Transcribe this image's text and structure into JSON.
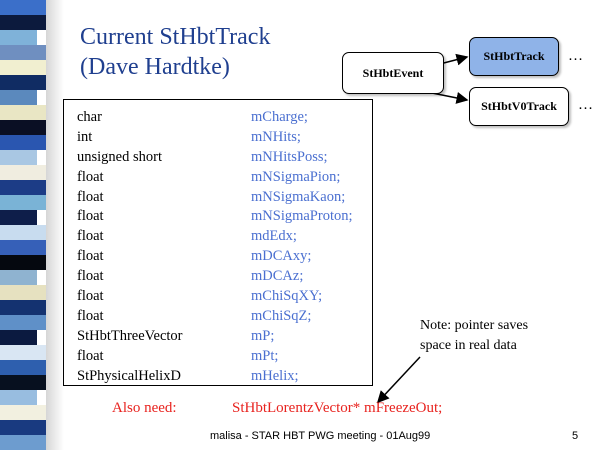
{
  "slide": {
    "title_line1": "Current StHbtTrack",
    "title_line2": "(Dave Hardtke)"
  },
  "diagram": {
    "event_label": "StHbtEvent",
    "track_label": "StHbtTrack",
    "v0_label": "StHbtV0Track",
    "ellipsis": "…"
  },
  "members": [
    {
      "type": "char",
      "name": "mCharge;"
    },
    {
      "type": "int",
      "name": "mNHits;"
    },
    {
      "type": "unsigned short",
      "name": "mNHitsPoss;"
    },
    {
      "type": "float",
      "name": "mNSigmaPion;"
    },
    {
      "type": "float",
      "name": "mNSigmaKaon;"
    },
    {
      "type": "float",
      "name": "mNSigmaProton;"
    },
    {
      "type": "float",
      "name": "mdEdx;"
    },
    {
      "type": "float",
      "name": "mDCAxy;"
    },
    {
      "type": "float",
      "name": "mDCAz;"
    },
    {
      "type": "float",
      "name": "mChiSqXY;"
    },
    {
      "type": "float",
      "name": "mChiSqZ;"
    },
    {
      "type": "StHbtThreeVector",
      "name": "mP;"
    },
    {
      "type": "float",
      "name": "mPt;"
    },
    {
      "type": "StPhysicalHelixD",
      "name": "mHelix;"
    }
  ],
  "note": {
    "line1": "Note: pointer saves",
    "line2": "space in real data"
  },
  "also_need": {
    "label": "Also need:",
    "value": "StHbtLorentzVector* mFreezeOut;"
  },
  "footer": {
    "text": "malisa - STAR HBT PWG meeting - 01Aug99",
    "page": "5"
  },
  "colors": {
    "title": "#1f3f8f",
    "variable": "#4a6fd0",
    "highlight_box": "#8fb3e8",
    "red_text": "#e8231f"
  },
  "stripe_colors": [
    "#3b6fc9",
    "#0c1a3d",
    "#7fb2d9",
    "#6f8fc0",
    "#f1efd0",
    "#102c63",
    "#5b89bd",
    "#e9e6c4",
    "#0a0f24",
    "#2a56b0",
    "#a9c7e3",
    "#f0ede0",
    "#1c3c86",
    "#7ab3d6",
    "#0e1e4a",
    "#c8dcef",
    "#3660b8",
    "#05080f",
    "#8fb3d0",
    "#e6e1c0",
    "#143270",
    "#5f90c8",
    "#0b1a40",
    "#d9e6f3",
    "#2e5fae",
    "#07101f",
    "#98bde0",
    "#f2f0e0",
    "#193a80",
    "#6d9ccf"
  ]
}
